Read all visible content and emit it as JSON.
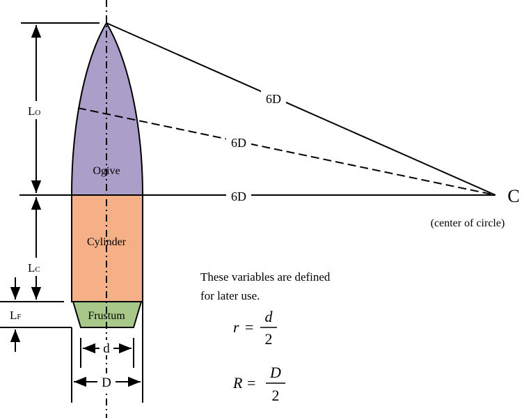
{
  "sections": {
    "ogive": "Ogive",
    "cylinder": "Cylinder",
    "frustum": "Frustum"
  },
  "lengths": {
    "lo_main": "L",
    "lo_sub": "O",
    "lc_main": "L",
    "lc_sub": "C",
    "lf_main": "L",
    "lf_sub": "F"
  },
  "radius_labels": [
    "6D",
    "6D",
    "6D"
  ],
  "center": {
    "letter": "C",
    "caption": "(center of circle)"
  },
  "diameters": {
    "small": "d",
    "large": "D"
  },
  "note": {
    "line1": "These variables are defined",
    "line2": "for later use."
  },
  "formulas": [
    {
      "lhs": "r",
      "eq": "=",
      "num": "d",
      "den": "2"
    },
    {
      "lhs": "R",
      "eq": "=",
      "num": "D",
      "den": "2"
    }
  ],
  "colors": {
    "ogive": "#ab9ec9",
    "cylinder": "#f5b088",
    "frustum": "#a8c88a"
  }
}
